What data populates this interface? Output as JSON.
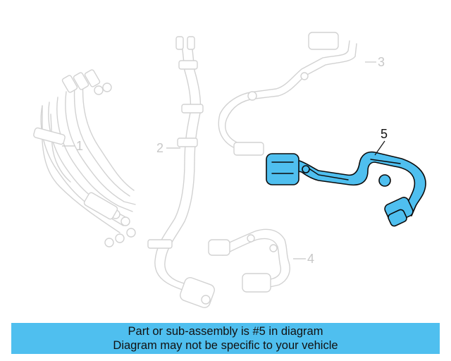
{
  "diagram": {
    "callouts": [
      {
        "number": "1",
        "highlighted": false
      },
      {
        "number": "2",
        "highlighted": false
      },
      {
        "number": "3",
        "highlighted": false
      },
      {
        "number": "4",
        "highlighted": false
      },
      {
        "number": "5",
        "highlighted": true
      }
    ],
    "highlight_color": "#4fbfef",
    "faded_color": "#d2d2d2"
  },
  "banner": {
    "line1": "Part or sub-assembly is #5 in diagram",
    "line2": "Diagram may not be specific to your vehicle",
    "background": "#4fbfef"
  }
}
